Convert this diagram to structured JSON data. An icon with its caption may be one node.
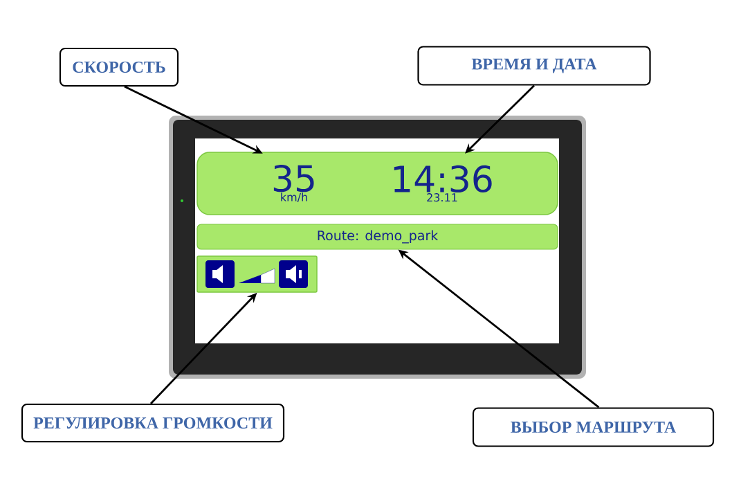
{
  "diagram": {
    "nodes": [
      {
        "text": [
          "СКОРОСТЬ"
        ]
      },
      {
        "text": [
          "ВРЕМЯ И ДАТА"
        ]
      },
      {
        "text": [],
        "shape": "box"
      },
      {
        "text": [
          "35",
          "km/h"
        ],
        "in": 2
      },
      {
        "text": [
          "14:36",
          "23.11"
        ],
        "in": 2
      },
      {
        "text": [
          "Route: demo_park"
        ]
      },
      {
        "text": [],
        "shape": "box"
      },
      {
        "text": [
          "РЕГУЛИРОВКА ГРОМКОСТИ"
        ]
      },
      {
        "text": [
          "ВЫБОР МАРШРУТА"
        ]
      }
    ],
    "edges": [
      {
        "from": 0,
        "to": 3,
        "arrow": "to"
      },
      {
        "from": 1,
        "to": 4,
        "arrow": "to"
      },
      {
        "from": 7,
        "to": 6,
        "arrow": "to"
      },
      {
        "from": 8,
        "to": 5,
        "arrow": "to"
      }
    ]
  }
}
